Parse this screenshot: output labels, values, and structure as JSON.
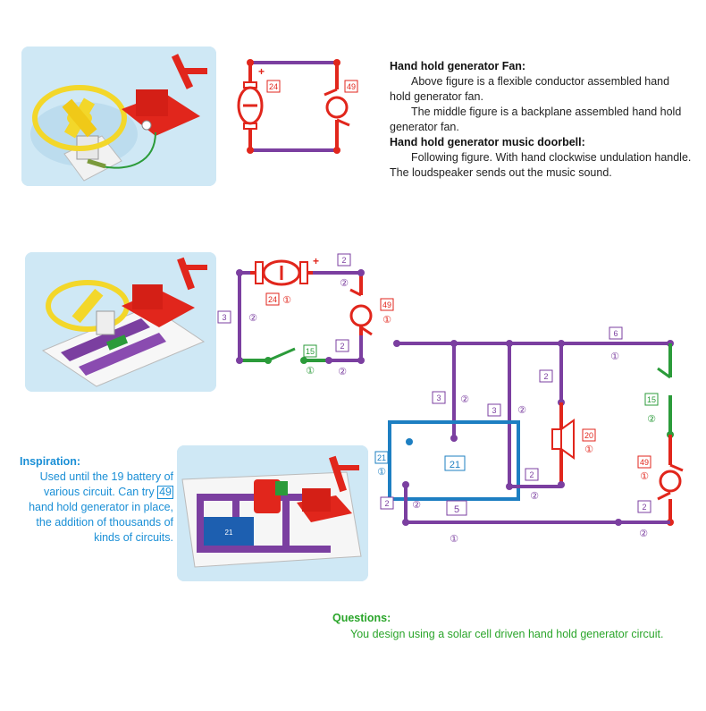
{
  "fan_section": {
    "title": "Hand hold generator Fan:",
    "para1": "Above figure is a flexible conductor assembled hand hold generator fan.",
    "para2": "The middle figure is a backplane assembled hand hold generator fan."
  },
  "doorbell_section": {
    "title": "Hand hold generator music doorbell:",
    "para1": "Following figure. With hand clockwise undulation handle. The loudspeaker sends out the music sound."
  },
  "inspiration": {
    "title": "Inspiration:",
    "text_before": "Used until the 19 battery of various circuit. Can try",
    "tag": "49",
    "text_after": "hand hold generator in place, the addition of thousands of kinds of circuits."
  },
  "questions": {
    "title": "Questions:",
    "text": "You design using a solar cell driven hand hold generator circuit."
  },
  "circuit1": {
    "motor_label": "24",
    "generator_label": "49",
    "plus": "+"
  },
  "circuit2": {
    "motor_label": "24",
    "motor_sub": "①",
    "generator_label": "49",
    "generator_sub": "①",
    "switch_label": "15",
    "switch_sub": "①",
    "wire_top": "2",
    "wire_top_sub": "②",
    "wire_left": "3",
    "wire_left_sub": "②",
    "wire_bottom": "2",
    "wire_bottom_sub": "②",
    "plus": "+"
  },
  "circuit3": {
    "top": "6",
    "top_sub": "①",
    "left_a": "3",
    "left_a_sub": "②",
    "left_b": "3",
    "left_b_sub": "②",
    "spk_wire": "2",
    "speaker": "20",
    "speaker_sub": "①",
    "switch": "15",
    "switch_sub": "②",
    "generator": "49",
    "generator_sub": "①",
    "ic": "21",
    "ic_side": "21",
    "ic_side_sub": "①",
    "ic_wire": "2",
    "ic_wire_sub": "②",
    "left_c": "2",
    "left_c_sub": "②",
    "mid": "5",
    "right_c": "2",
    "right_c_sub": "②",
    "bottom_sub": "①"
  },
  "board_labels": {
    "chip": "21"
  },
  "colors": {
    "wire_purple": "#7b3fa0",
    "wire_red": "#e1261c",
    "wire_green": "#2b9b3a",
    "ic_blue": "#1d7fc2",
    "inspiration_blue": "#1a8fd6",
    "questions_green": "#2aa52a"
  }
}
